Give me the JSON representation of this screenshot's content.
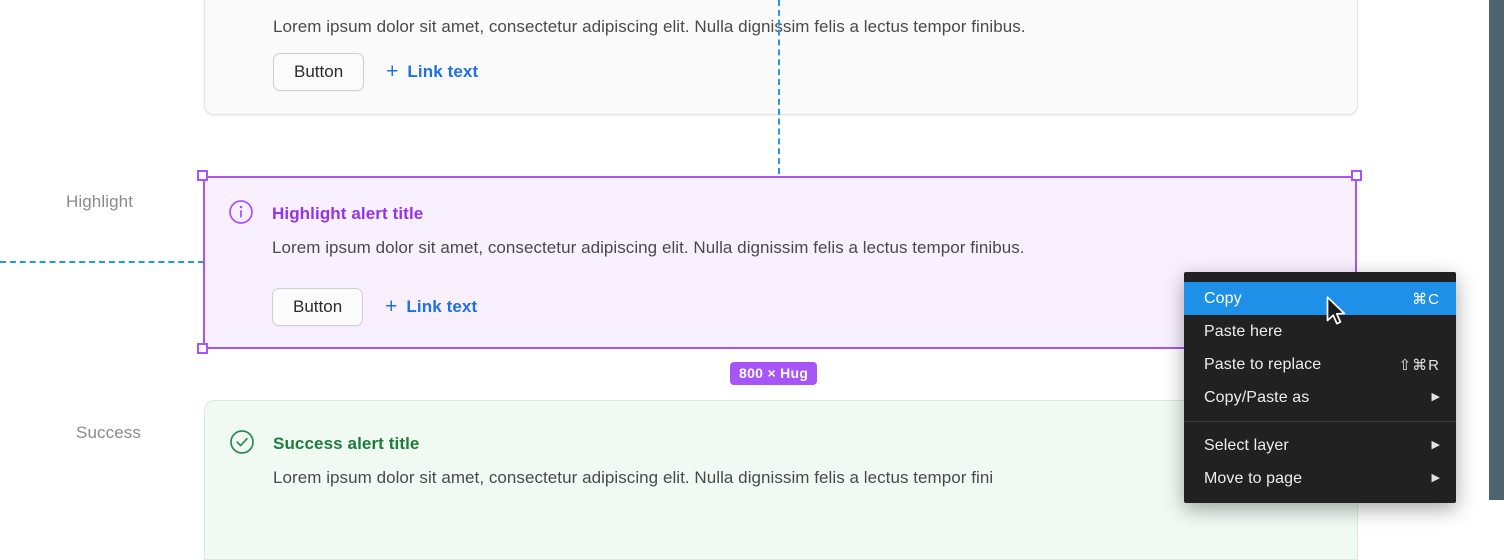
{
  "canvas": {
    "background": "#ffffff",
    "right_strip_color": "#4d6571"
  },
  "row_labels": {
    "highlight": "Highlight",
    "success": "Success"
  },
  "alerts": [
    {
      "key": "top",
      "variant": "neutral",
      "icon": "info-circle-icon",
      "title": "",
      "description": "Lorem ipsum dolor sit amet, consectetur adipiscing elit. Nulla dignissim felis a lectus tempor finibus.",
      "button_label": "Button",
      "link_label": "Link text",
      "link_icon": "plus-icon",
      "bg": "#fafafa",
      "border": "#e3e3e3"
    },
    {
      "key": "highlight",
      "variant": "highlight",
      "icon": "info-circle-icon",
      "title": "Highlight alert title",
      "description": "Lorem ipsum dolor sit amet, consectetur adipiscing elit. Nulla dignissim felis a lectus tempor finibus.",
      "button_label": "Button",
      "link_label": "Link text",
      "link_icon": "plus-icon",
      "bg": "#f9f0ff",
      "accent": "#9333ea"
    },
    {
      "key": "success",
      "variant": "success",
      "icon": "check-circle-icon",
      "title": "Success alert title",
      "description": "Lorem ipsum dolor sit amet, consectetur adipiscing elit. Nulla dignissim felis a lectus tempor fini",
      "bg": "#f1f9f3",
      "accent": "#1e7c3c"
    }
  ],
  "selection": {
    "size_badge": "800 × Hug",
    "accent": "#a855f7",
    "guide_color": "#2196f3"
  },
  "context_menu": {
    "background": "#212121",
    "selected_color": "#1e90e8",
    "items": [
      {
        "label": "Copy",
        "shortcut": "⌘C",
        "submenu": false,
        "selected": true,
        "separator_after": false
      },
      {
        "label": "Paste here",
        "shortcut": "",
        "submenu": false,
        "selected": false,
        "separator_after": false
      },
      {
        "label": "Paste to replace",
        "shortcut": "⇧⌘R",
        "submenu": false,
        "selected": false,
        "separator_after": false
      },
      {
        "label": "Copy/Paste as",
        "shortcut": "",
        "submenu": true,
        "selected": false,
        "separator_after": true
      },
      {
        "label": "Select layer",
        "shortcut": "",
        "submenu": true,
        "selected": false,
        "separator_after": false
      },
      {
        "label": "Move to page",
        "shortcut": "",
        "submenu": true,
        "selected": false,
        "separator_after": false
      }
    ],
    "submenu_glyph": "▶"
  }
}
